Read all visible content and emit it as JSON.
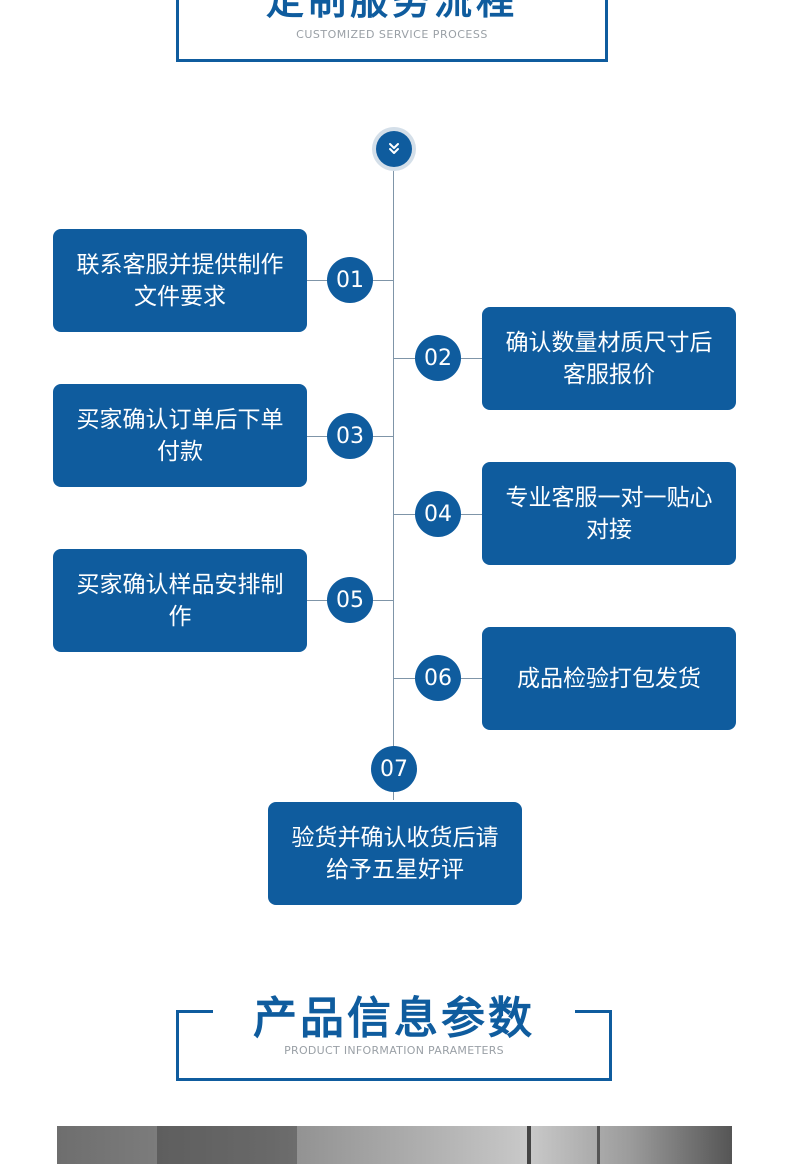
{
  "section_service": {
    "title": "定制服务流程",
    "subtitle": "CUSTOMIZED SERVICE PROCESS"
  },
  "steps": [
    {
      "num": "01",
      "text": "联系客服并提供制作文件要求"
    },
    {
      "num": "02",
      "text": "确认数量材质尺寸后客服报价"
    },
    {
      "num": "03",
      "text": "买家确认订单后下单付款"
    },
    {
      "num": "04",
      "text": "专业客服一对一贴心对接"
    },
    {
      "num": "05",
      "text": "买家确认样品安排制作"
    },
    {
      "num": "06",
      "text": "成品检验打包发货"
    },
    {
      "num": "07",
      "text": "验货并确认收货后请给予五星好评"
    }
  ],
  "section_params": {
    "title": "产品信息参数",
    "subtitle": "PRODUCT INFORMATION PARAMETERS"
  },
  "icons": {
    "top_icon": "double-chevron-down-icon"
  },
  "colors": {
    "accent": "#0f5c9e",
    "line": "#7f95a8"
  }
}
